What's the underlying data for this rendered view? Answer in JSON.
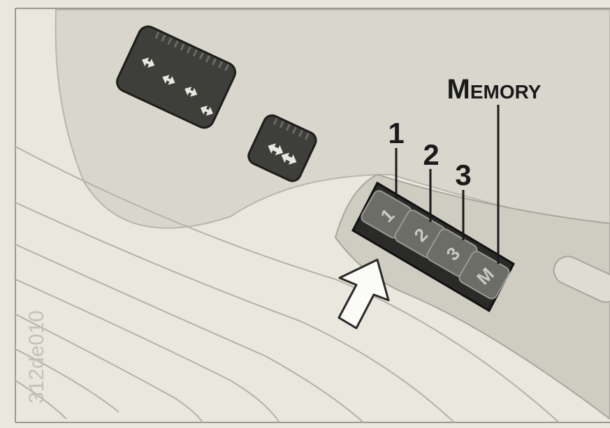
{
  "labels": {
    "memory": "Memory",
    "one": "1",
    "two": "2",
    "three": "3"
  },
  "buttons": {
    "b1": "1",
    "b2": "2",
    "b3": "3",
    "bm": "M"
  },
  "image_code": "312de010",
  "colors": {
    "background": "#e9e7de",
    "panel": "#d8d6cc",
    "switch": "#4a4a46",
    "key": "#6d6d68",
    "ink": "#1a1a1a"
  },
  "icons": {
    "seat_adjust_switch": "seat-adjust-switch-icon",
    "lumbar_switch": "lumbar-switch-icon",
    "arrow": "pointer-arrow-icon"
  }
}
